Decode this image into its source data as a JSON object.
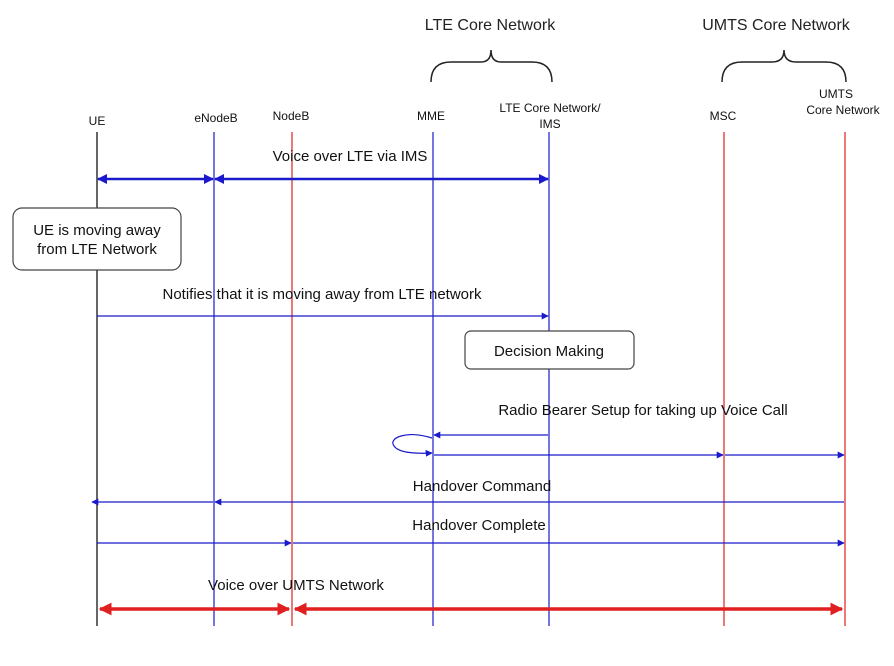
{
  "groups": [
    {
      "id": "lte",
      "label": "LTE Core Network"
    },
    {
      "id": "umts",
      "label": "UMTS Core Network"
    }
  ],
  "entities": [
    {
      "id": "ue",
      "lines": [
        "UE"
      ],
      "color": "#000000"
    },
    {
      "id": "enodeb",
      "lines": [
        "eNodeB"
      ],
      "color": "#1a1acc"
    },
    {
      "id": "nodeb",
      "lines": [
        "NodeB"
      ],
      "color": "#e02020"
    },
    {
      "id": "mme",
      "lines": [
        "MME"
      ],
      "color": "#1a1acc"
    },
    {
      "id": "lte_core",
      "lines": [
        "LTE Core Network/",
        "IMS"
      ],
      "color": "#1a1acc"
    },
    {
      "id": "msc",
      "lines": [
        "MSC"
      ],
      "color": "#e02020"
    },
    {
      "id": "umts_core",
      "lines": [
        "UMTS",
        "Core Network"
      ],
      "color": "#e02020"
    }
  ],
  "boxes": [
    {
      "id": "ue-moving-box",
      "lines": [
        "UE is moving away",
        "from LTE Network"
      ]
    },
    {
      "id": "decision-box",
      "lines": [
        "Decision Making"
      ]
    }
  ],
  "messages": [
    {
      "id": "voice-lte",
      "label": "Voice over LTE via IMS"
    },
    {
      "id": "notify",
      "label": "Notifies that it is moving away from LTE network"
    },
    {
      "id": "radio-bearer",
      "label": "Radio Bearer Setup for taking up Voice Call"
    },
    {
      "id": "handover-command",
      "label": "Handover Command"
    },
    {
      "id": "handover-complete",
      "label": "Handover Complete"
    },
    {
      "id": "voice-umts",
      "label": "Voice over UMTS Network"
    }
  ],
  "colors": {
    "blue": "#1a1acc",
    "red": "#e02020",
    "black": "#000000"
  }
}
